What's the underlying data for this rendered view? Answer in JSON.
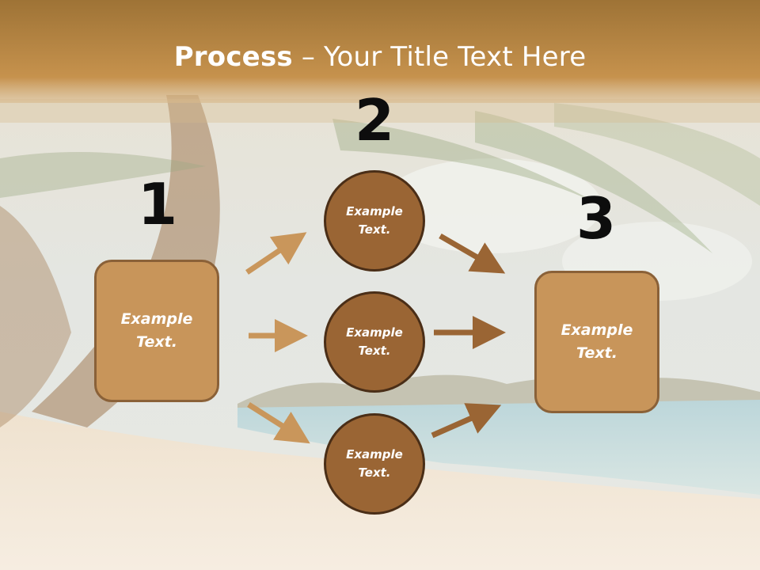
{
  "title": {
    "bold": "Process",
    "rest": " – Your Title Text Here"
  },
  "steps": [
    {
      "number": "1",
      "label": "Example Text."
    },
    {
      "number": "2",
      "circles": [
        "Example Text.",
        "Example Text.",
        "Example Text."
      ]
    },
    {
      "number": "3",
      "label": "Example Text."
    }
  ],
  "colors": {
    "box_fill": "#c8955a",
    "box_border": "#8a6138",
    "circle_fill": "#9a6534",
    "circle_border": "#4a2e17",
    "arrow_light": "#c9965b",
    "arrow_dark": "#9a6534",
    "title_band": "#b8863f"
  }
}
